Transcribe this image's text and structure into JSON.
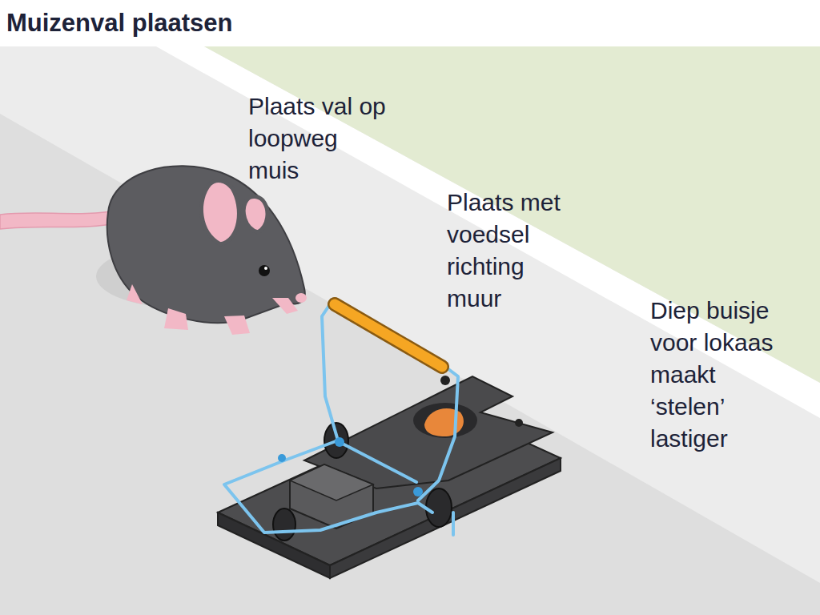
{
  "diagram": {
    "title": "Muizenval plaatsen",
    "labels": [
      "Plaats val op loopweg muis",
      "Plaats met voedsel richting muur",
      "Diep buisje voor lokaas maakt ‘stelen’ lastiger"
    ]
  }
}
